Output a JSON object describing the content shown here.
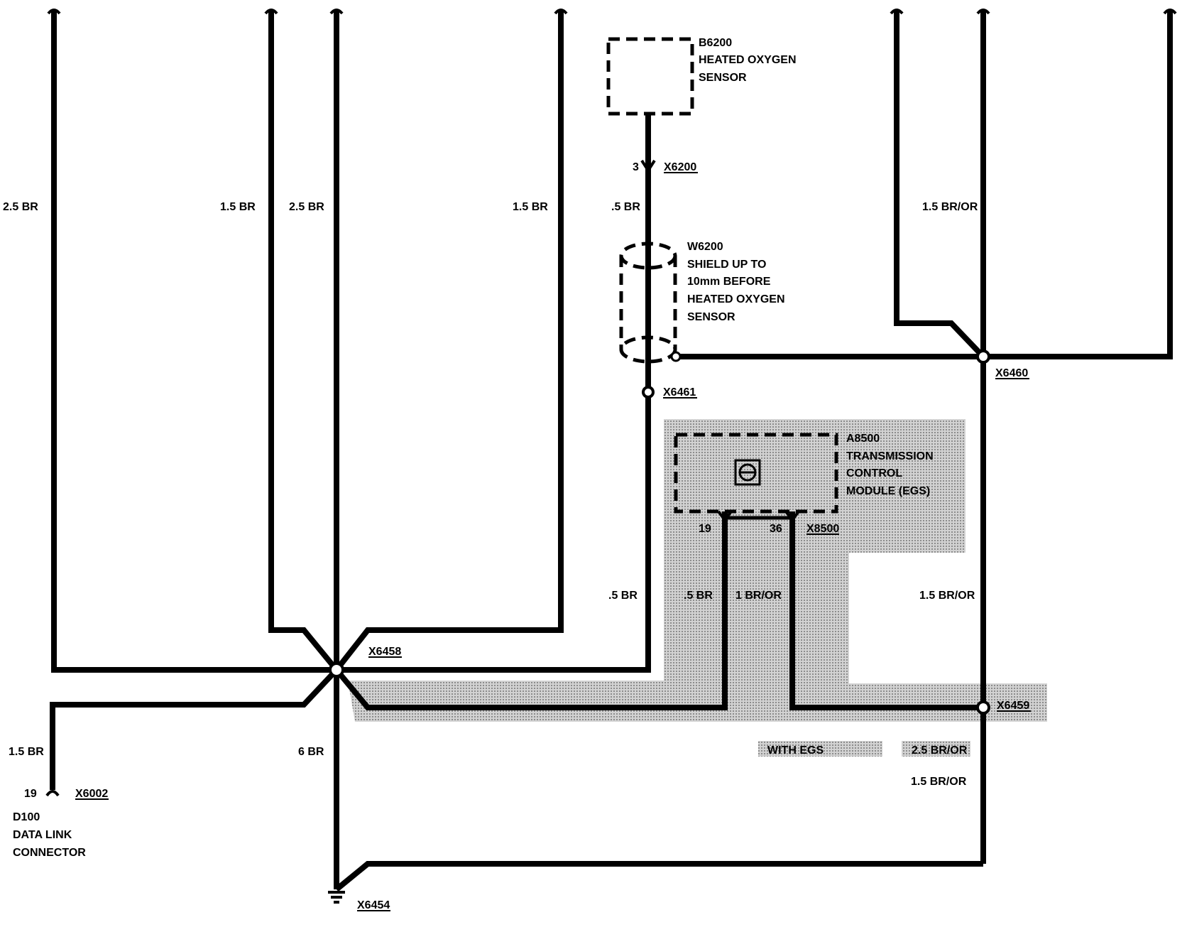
{
  "wire_labels": {
    "w1": "2.5 BR",
    "w2": "1.5 BR",
    "w3": "2.5 BR",
    "w4": "1.5 BR",
    "w5": ".5 BR",
    "w6": "1.5 BR/OR",
    "w7": ".5 BR",
    "w8": ".5 BR",
    "w9": "1 BR/OR",
    "w10": "1.5 BR/OR",
    "w11": "1.5 BR",
    "w12": "6 BR",
    "w13": "2.5 BR/OR",
    "w14": "1.5 BR/OR"
  },
  "components": {
    "b6200": {
      "id": "B6200",
      "line1": "HEATED OXYGEN",
      "line2": "SENSOR"
    },
    "w6200": {
      "id": "W6200",
      "line1": "SHIELD UP TO",
      "line2": "10mm BEFORE",
      "line3": "HEATED OXYGEN",
      "line4": "SENSOR"
    },
    "a8500": {
      "id": "A8500",
      "line1": "TRANSMISSION",
      "line2": "CONTROL",
      "line3": "MODULE (EGS)"
    },
    "d100": {
      "id": "D100",
      "line1": "DATA LINK",
      "line2": "CONNECTOR"
    }
  },
  "connectors": {
    "x6200": {
      "id": "X6200",
      "pin": "3"
    },
    "x6461": {
      "id": "X6461"
    },
    "x6460": {
      "id": "X6460"
    },
    "x8500": {
      "id": "X8500",
      "pin_a": "19",
      "pin_b": "36"
    },
    "x6458": {
      "id": "X6458"
    },
    "x6459": {
      "id": "X6459"
    },
    "x6002": {
      "id": "X6002",
      "pin": "19"
    },
    "x6454": {
      "id": "X6454"
    }
  },
  "legend": {
    "with_egs": "WITH EGS"
  },
  "colors": {
    "wire": "#000000",
    "shade": "#c4c4c4",
    "background": "#ffffff"
  }
}
